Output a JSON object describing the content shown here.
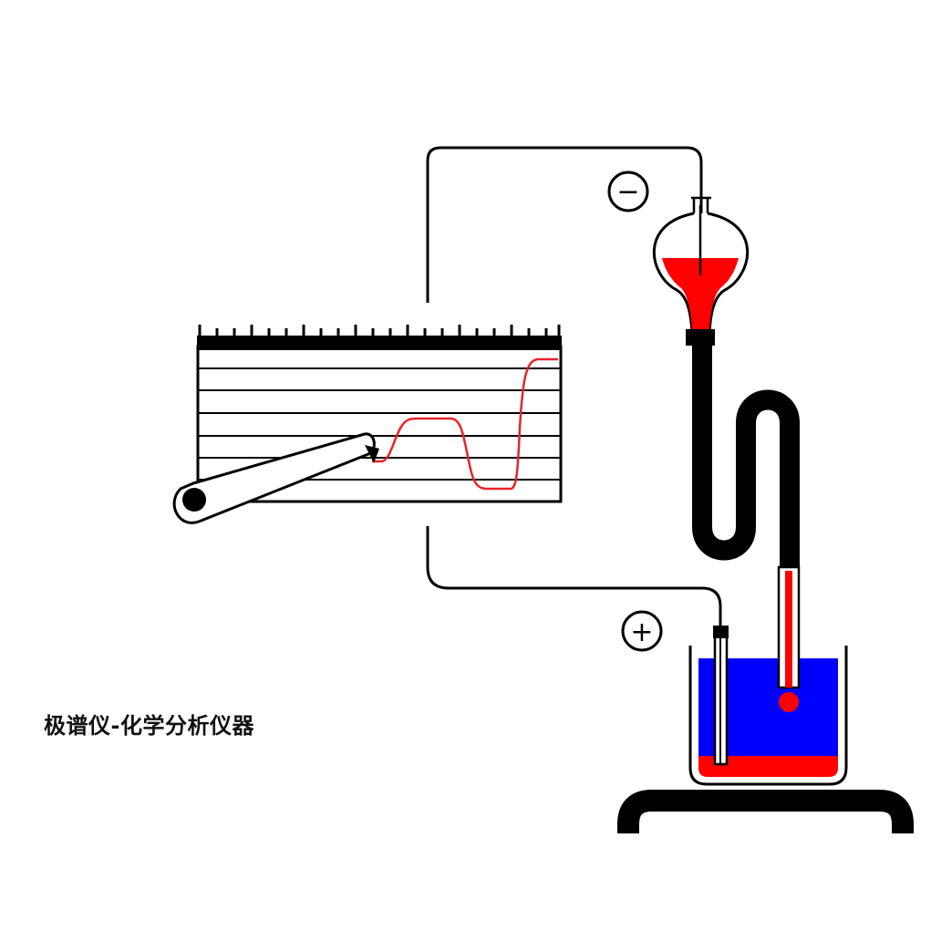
{
  "caption": "极谱仪-化学分析仪器",
  "electrodes": {
    "negative_symbol": "−",
    "positive_symbol": "+"
  },
  "colors": {
    "mercury": "#ff0000",
    "solution": "#0000ff",
    "ink": "#000000",
    "trace": "#e8242a",
    "background": "#ffffff"
  },
  "icons": [
    "recording-drum",
    "stylus-arm",
    "mercury-reservoir",
    "capillary-electrode",
    "beaker",
    "stand"
  ]
}
